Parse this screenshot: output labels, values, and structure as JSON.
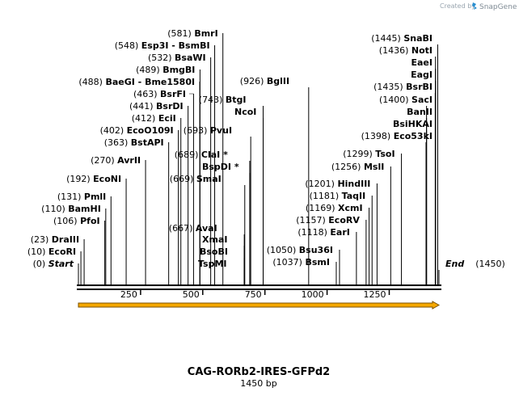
{
  "watermark": {
    "created_by": "Created by",
    "brand": "SnapGene"
  },
  "map": {
    "title": "CAG-RORb2-IRES-GFPd2",
    "length_label": "1450 bp",
    "length": 1450,
    "colors": {
      "feature_fill": "#f5a800",
      "feature_stroke": "#7a5000",
      "line": "#000000"
    }
  },
  "chart_data": {
    "type": "restriction-map",
    "axis": {
      "min": 0,
      "max": 1450,
      "ticks": [
        250,
        500,
        750,
        1000,
        1250
      ]
    },
    "left_sites": [
      {
        "pos": "(0)",
        "name": "Start",
        "bp": 0,
        "italic": true
      },
      {
        "pos": "(10)",
        "name": "EcoRI",
        "bp": 10
      },
      {
        "pos": "(23)",
        "name": "DraIII",
        "bp": 23
      },
      {
        "pos": "(106)",
        "name": "PfoI",
        "bp": 106
      },
      {
        "pos": "(110)",
        "name": "BamHI",
        "bp": 110
      },
      {
        "pos": "(131)",
        "name": "PmlI",
        "bp": 131
      },
      {
        "pos": "(192)",
        "name": "EcoNI",
        "bp": 192
      },
      {
        "pos": "(270)",
        "name": "AvrII",
        "bp": 270
      },
      {
        "pos": "(363)",
        "name": "BstAPI",
        "bp": 363
      },
      {
        "pos": "(402)",
        "name": "EcoO109I",
        "bp": 402
      },
      {
        "pos": "(412)",
        "name": "EciI",
        "bp": 412
      },
      {
        "pos": "(441)",
        "name": "BsrDI",
        "bp": 441
      },
      {
        "pos": "(463)",
        "name": "BsrFI",
        "bp": 463
      },
      {
        "pos": "(488)",
        "name": "BaeGI  - Bme1580I",
        "bp": 488
      },
      {
        "pos": "(489)",
        "name": "BmgBI",
        "bp": 489
      },
      {
        "pos": "(532)",
        "name": "BsaWI",
        "bp": 532
      },
      {
        "pos": "(548)",
        "name": "Esp3I  - BsmBI",
        "bp": 548
      },
      {
        "pos": "(581)",
        "name": "BmrI",
        "bp": 581
      }
    ],
    "mid_sites": [
      {
        "pos": "(667)",
        "name": "AvaI",
        "bp": 667
      },
      {
        "pos": "",
        "name": "XmaI",
        "bp": 667
      },
      {
        "pos": "",
        "name": "BsoBI",
        "bp": 667
      },
      {
        "pos": "",
        "name": "TspMI",
        "bp": 667
      },
      {
        "pos": "(669)",
        "name": "SmaI",
        "bp": 669
      },
      {
        "pos": "",
        "name": "BspDI *",
        "bp": 689
      },
      {
        "pos": "(689)",
        "name": "ClaI *",
        "bp": 689
      },
      {
        "pos": "(693)",
        "name": "PvuI",
        "bp": 693
      },
      {
        "pos": "",
        "name": "NcoI",
        "bp": 743
      },
      {
        "pos": "(743)",
        "name": "BtgI",
        "bp": 743
      },
      {
        "pos": "(926)",
        "name": "BglII",
        "bp": 926
      }
    ],
    "right_sites": [
      {
        "pos": "(1037)",
        "name": "BsmI",
        "bp": 1037
      },
      {
        "pos": "(1050)",
        "name": "Bsu36I",
        "bp": 1050
      },
      {
        "pos": "(1118)",
        "name": "EarI",
        "bp": 1118
      },
      {
        "pos": "(1157)",
        "name": "EcoRV",
        "bp": 1157
      },
      {
        "pos": "(1169)",
        "name": "XcmI",
        "bp": 1169
      },
      {
        "pos": "(1181)",
        "name": "TaqII",
        "bp": 1181
      },
      {
        "pos": "(1201)",
        "name": "HindIII",
        "bp": 1201
      },
      {
        "pos": "(1256)",
        "name": "MslI",
        "bp": 1256
      },
      {
        "pos": "(1299)",
        "name": "TsoI",
        "bp": 1299
      },
      {
        "pos": "(1398)",
        "name": "Eco53kI",
        "bp": 1398
      },
      {
        "pos": "",
        "name": "BsiHKAI",
        "bp": 1400
      },
      {
        "pos": "",
        "name": "BanII",
        "bp": 1400
      },
      {
        "pos": "(1400)",
        "name": "SacI",
        "bp": 1400
      },
      {
        "pos": "(1435)",
        "name": "BsrBI",
        "bp": 1435
      },
      {
        "pos": "",
        "name": "EagI",
        "bp": 1436
      },
      {
        "pos": "",
        "name": "EaeI",
        "bp": 1436
      },
      {
        "pos": "(1436)",
        "name": "NotI",
        "bp": 1436
      },
      {
        "pos": "(1445)",
        "name": "SnaBI",
        "bp": 1445
      }
    ],
    "end_site": {
      "name": "End",
      "pos": "(1450)",
      "bp": 1450
    },
    "feature_arrow": {
      "start": 0,
      "end": 1450,
      "direction": "forward"
    }
  }
}
